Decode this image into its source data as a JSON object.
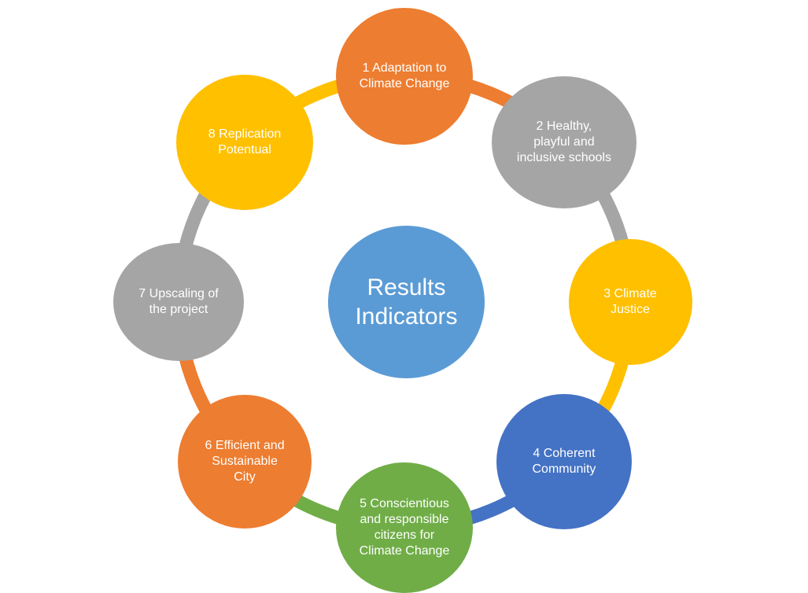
{
  "center": {
    "label": "Results\nIndicators",
    "color": "#5b9bd5"
  },
  "nodes": [
    {
      "label": "1 Adaptation to\nClimate Change",
      "color": "#ed7d31"
    },
    {
      "label": "2 Healthy,\nplayful and\ninclusive schools",
      "color": "#a5a5a5"
    },
    {
      "label": "3 Climate\nJustice",
      "color": "#ffc000"
    },
    {
      "label": "4 Coherent\nCommunity",
      "color": "#4472c4"
    },
    {
      "label": "5 Conscientious\nand responsible\ncitizens  for\nClimate Change",
      "color": "#70ad47"
    },
    {
      "label": "6 Efficient and\nSustainable\nCity",
      "color": "#ed7d31"
    },
    {
      "label": "7 Upscaling of\nthe project",
      "color": "#a5a5a5"
    },
    {
      "label": "8 Replication\nPotentual",
      "color": "#ffc000"
    }
  ],
  "connector_colors": [
    "#ed7d31",
    "#a5a5a5",
    "#ffc000",
    "#4472c4",
    "#70ad47",
    "#ed7d31",
    "#a5a5a5",
    "#ffc000"
  ]
}
